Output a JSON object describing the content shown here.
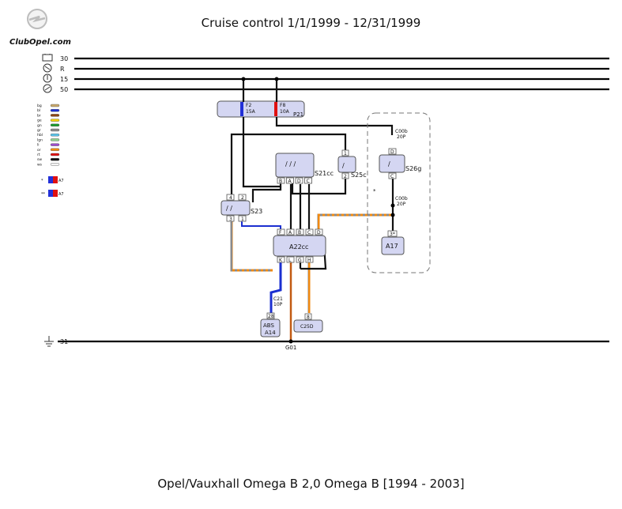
{
  "title": "Cruise control 1/1/1999 - 12/31/1999",
  "footer": "Opel/Vauxhall Omega B 2,0 Omega B [1994 - 2003]",
  "logo_text": "ClubOpel.com",
  "rails": [
    {
      "label": "30",
      "icon": "battery-icon"
    },
    {
      "label": "R",
      "icon": "ignition-r-icon"
    },
    {
      "label": "15",
      "icon": "ignition-on-icon"
    },
    {
      "label": "50",
      "icon": "start-icon"
    }
  ],
  "ground": {
    "label": "31",
    "connector": "G01"
  },
  "wire_colors": [
    {
      "code": "bg",
      "color": "#c9a86a"
    },
    {
      "code": "bl",
      "color": "#1b2fd0"
    },
    {
      "code": "br",
      "color": "#8b4513"
    },
    {
      "code": "ge",
      "color": "#f2d10a"
    },
    {
      "code": "gn",
      "color": "#1a9a2a"
    },
    {
      "code": "gr",
      "color": "#8a8a8a"
    },
    {
      "code": "hbl",
      "color": "#58c3e8"
    },
    {
      "code": "lgn",
      "color": "#8fd08f"
    },
    {
      "code": "li",
      "color": "#9b4dca"
    },
    {
      "code": "or",
      "color": "#f08a12"
    },
    {
      "code": "rt",
      "color": "#e01010"
    },
    {
      "code": "sw",
      "color": "#111111"
    },
    {
      "code": "ws",
      "color": "#f4f4f4"
    }
  ],
  "legend_extra": [
    {
      "mark": "*",
      "ref": "A7"
    },
    {
      "mark": "**",
      "ref": "A7"
    }
  ],
  "fuses": {
    "box_label": "P21",
    "items": [
      {
        "name": "F2",
        "rating": "15A",
        "color": "#2230d8"
      },
      {
        "name": "F8",
        "rating": "10A",
        "color": "#e01010"
      }
    ]
  },
  "components": {
    "S21cc": {
      "label": "S21cc",
      "pins": [
        "B",
        "A",
        "D",
        "C"
      ]
    },
    "S25c": {
      "label": "S25c",
      "pins": [
        "1",
        "2"
      ]
    },
    "S26g": {
      "label": "S26g",
      "pins": [
        "D",
        "C"
      ]
    },
    "S23": {
      "label": "S23",
      "pins_top": [
        "4",
        "2"
      ],
      "pins_bottom": [
        "3",
        "1"
      ]
    },
    "A22cc": {
      "label": "A22cc",
      "pins_top": [
        "F",
        "A",
        "B",
        "C",
        "D"
      ],
      "pins_bottom": [
        "K",
        "L",
        "G",
        "H"
      ]
    },
    "A17": {
      "label": "A17",
      "pin": "3*"
    },
    "A14": {
      "label": "ABS",
      "sublabel": "A14",
      "pin": "28"
    },
    "C25D": {
      "label": "C25D",
      "pin": "8"
    }
  },
  "connectors": [
    {
      "name": "C00b",
      "pins": "20P"
    },
    {
      "name": "C00b",
      "pins": "20P"
    },
    {
      "name": "C21",
      "pins": "10P"
    }
  ],
  "dashed_group_note": "*"
}
